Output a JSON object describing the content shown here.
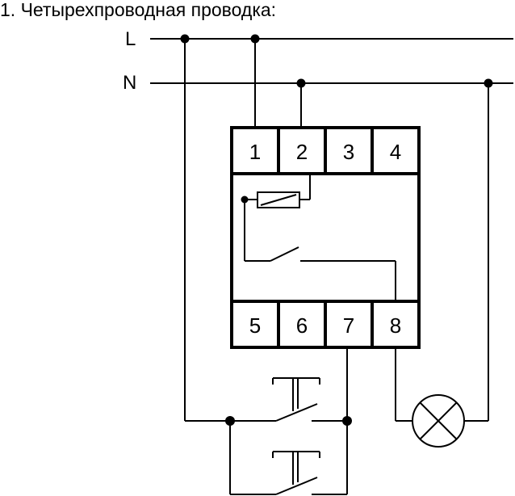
{
  "title": "1. Четырехпроводная проводка:",
  "lines": {
    "live": "L",
    "neutral": "N"
  },
  "terminals": {
    "top": [
      "1",
      "2",
      "3",
      "4"
    ],
    "bottom": [
      "5",
      "6",
      "7",
      "8"
    ]
  },
  "components": [
    "relay-coil",
    "relay-contact",
    "push-button-1",
    "push-button-2",
    "lamp"
  ]
}
